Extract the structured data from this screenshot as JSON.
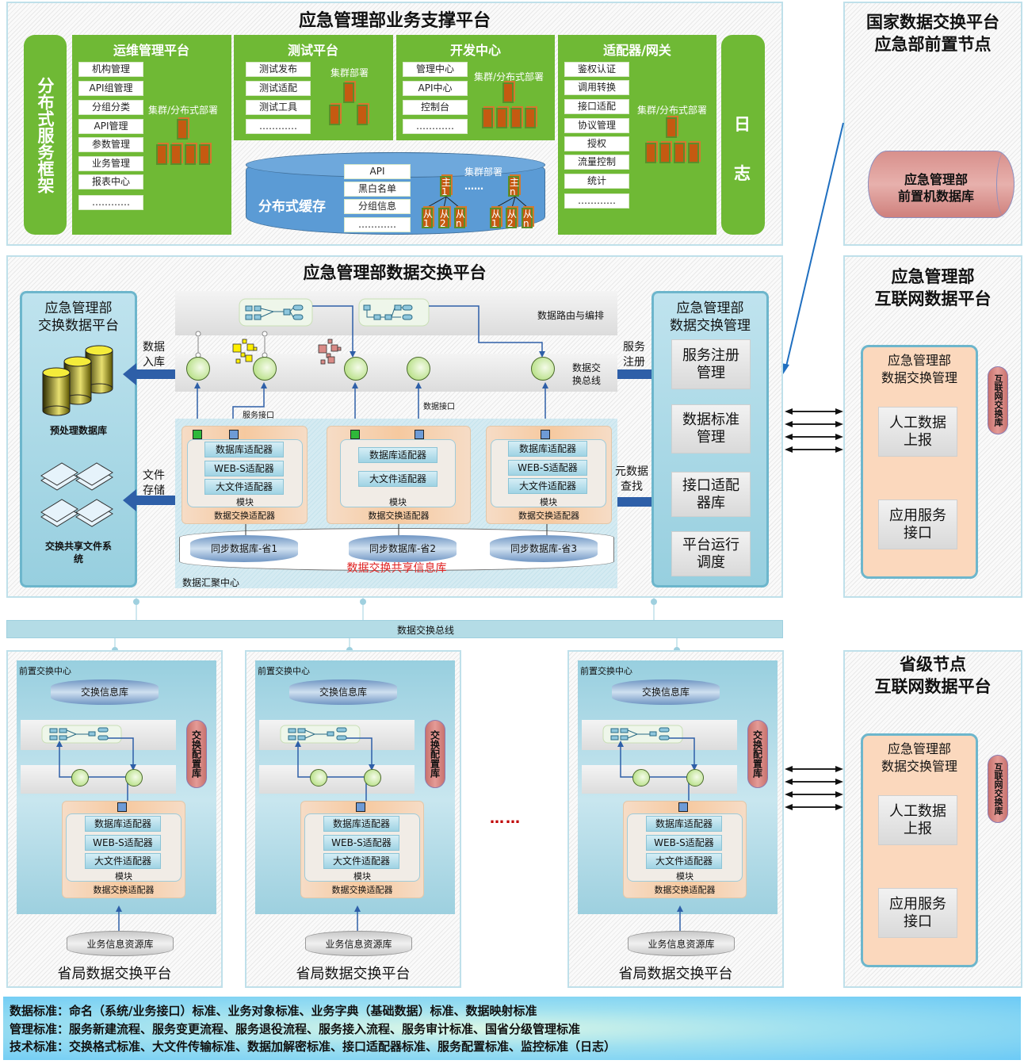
{
  "support_platform": {
    "title": "应急管理部业务支撑平台",
    "side_label": "分布式服务框架",
    "log_label": "日志",
    "ops": {
      "title": "运维管理平台",
      "items": [
        "机构管理",
        "API组管理",
        "分组分类",
        "API管理",
        "参数管理",
        "业务管理",
        "报表中心",
        "…………"
      ],
      "deploy_note": "集群/分布式部署"
    },
    "test": {
      "title": "测试平台",
      "items": [
        "测试发布",
        "测试适配",
        "测试工具",
        "…………"
      ],
      "deploy_note": "集群部署"
    },
    "dev": {
      "title": "开发中心",
      "items": [
        "管理中心",
        "API中心",
        "控制台",
        "…………"
      ],
      "deploy_note": "集群/分布式部署"
    },
    "gateway": {
      "title": "适配器/网关",
      "items": [
        "鉴权认证",
        "调用转换",
        "接口适配",
        "协议管理",
        "授权",
        "流量控制",
        "统计",
        "…………"
      ],
      "deploy_note": "集群/分布式部署"
    },
    "cache": {
      "title": "分布式缓存",
      "items": [
        "API",
        "黑白名单",
        "分组信息",
        "…………"
      ],
      "deploy_note": "集群部署",
      "ellipsis": "……",
      "master_labels": [
        "主1",
        "主n"
      ],
      "slave_labels": [
        "从1",
        "从2",
        "从n"
      ]
    }
  },
  "national_node": {
    "title_line1": "国家数据交换平台",
    "title_line2": "应急部前置节点",
    "db_line1": "应急管理部",
    "db_line2": "前置机数据库"
  },
  "exchange_platform": {
    "title": "应急管理部数据交换平台",
    "left_panel": {
      "title_line1": "应急管理部",
      "title_line2": "交换数据平台",
      "db_label": "预处理数据库",
      "fs_label_line1": "交换共享文件系",
      "fs_label_line2": "统"
    },
    "arrow_labels": {
      "data_in_1": "数据",
      "data_in_2": "入库",
      "file_store_1": "文件",
      "file_store_2": "存储",
      "service_reg_1": "服务",
      "service_reg_2": "注册",
      "meta_1": "元数据",
      "meta_2": "查找"
    },
    "routing_label": "数据路由与编排",
    "bus_label_1": "数据交",
    "bus_label_2": "换总线",
    "service_interface": "服务接口",
    "data_interface": "数据接口",
    "adapters": [
      {
        "buttons": [
          "数据库适配器",
          "WEB-S适配器",
          "大文件适配器"
        ],
        "module": "模块",
        "label": "数据交换适配器",
        "sync_db": "同步数据库-省1"
      },
      {
        "buttons": [
          "数据库适配器",
          "大文件适配器"
        ],
        "module": "模块",
        "label": "数据交换适配器",
        "sync_db": "同步数据库-省2"
      },
      {
        "buttons": [
          "数据库适配器",
          "WEB-S适配器",
          "大文件适配器"
        ],
        "module": "模块",
        "label": "数据交换适配器",
        "sync_db": "同步数据库-省3"
      }
    ],
    "shared_db_label": "数据交换共享信息库",
    "aggregation_center": "数据汇聚中心",
    "right_panel": {
      "title_line1": "应急管理部",
      "title_line2": "数据交换管理",
      "buttons": [
        {
          "line1": "服务注册",
          "line2": "管理"
        },
        {
          "line1": "数据标准",
          "line2": "管理"
        },
        {
          "line1": "接口适配",
          "line2": "器库"
        },
        {
          "line1": "平台运行",
          "line2": "调度"
        }
      ]
    }
  },
  "internet_platform": {
    "title_line1": "应急管理部",
    "title_line2": "互联网数据平台",
    "panel_title_line1": "应急管理部",
    "panel_title_line2": "数据交换管理",
    "buttons": [
      {
        "line1": "人工数据",
        "line2": "上报"
      },
      {
        "line1": "应用服务",
        "line2": "接口"
      }
    ],
    "side_db": "互联网交换库"
  },
  "bus": {
    "label": "数据交换总线"
  },
  "province_platforms": [
    {
      "front_center": "前置交换中心",
      "exchange_db": "交换信息库",
      "config_db": "交换配置库",
      "buttons": [
        "数据库适配器",
        "WEB-S适配器",
        "大文件适配器"
      ],
      "module": "模块",
      "adapter_label": "数据交换适配器",
      "resource_db": "业务信息资源库",
      "title": "省局数据交换平台"
    },
    {
      "front_center": "前置交换中心",
      "exchange_db": "交换信息库",
      "config_db": "交换配置库",
      "buttons": [
        "数据库适配器",
        "WEB-S适配器",
        "大文件适配器"
      ],
      "module": "模块",
      "adapter_label": "数据交换适配器",
      "resource_db": "业务信息资源库",
      "title": "省局数据交换平台"
    },
    {
      "front_center": "前置交换中心",
      "exchange_db": "交换信息库",
      "config_db": "交换配置库",
      "buttons": [
        "数据库适配器",
        "WEB-S适配器",
        "大文件适配器"
      ],
      "module": "模块",
      "adapter_label": "数据交换适配器",
      "resource_db": "业务信息资源库",
      "title": "省局数据交换平台"
    }
  ],
  "province_ellipsis": "……",
  "province_internet": {
    "title_line1": "省级节点",
    "title_line2": "互联网数据平台",
    "panel_title_line1": "应急管理部",
    "panel_title_line2": "数据交换管理",
    "buttons": [
      {
        "line1": "人工数据",
        "line2": "上报"
      },
      {
        "line1": "应用服务",
        "line2": "接口"
      }
    ],
    "side_db": "互联网交换库"
  },
  "standards": [
    "数据标准：命名（系统/业务接口）标准、业务对象标准、业务字典（基础数据）标准、数据映射标准",
    "管理标准：服务新建流程、服务变更流程、服务退役流程、服务接入流程、服务审计标准、国省分级管理标准",
    "技术标准：交换格式标准、大文件传输标准、数据加解密标准、接口适配器标准、服务配置标准、监控标准（日志）"
  ],
  "colors": {
    "green": "#6fb935",
    "server_orange": "#c55a11",
    "cache_blue": "#5b9bd5",
    "arrow_blue": "#2e5fa8",
    "panel_blue": "#97cfdf",
    "red_label": "#e02020",
    "pink_db": "#d98a86",
    "peach": "#fbd8bd"
  }
}
